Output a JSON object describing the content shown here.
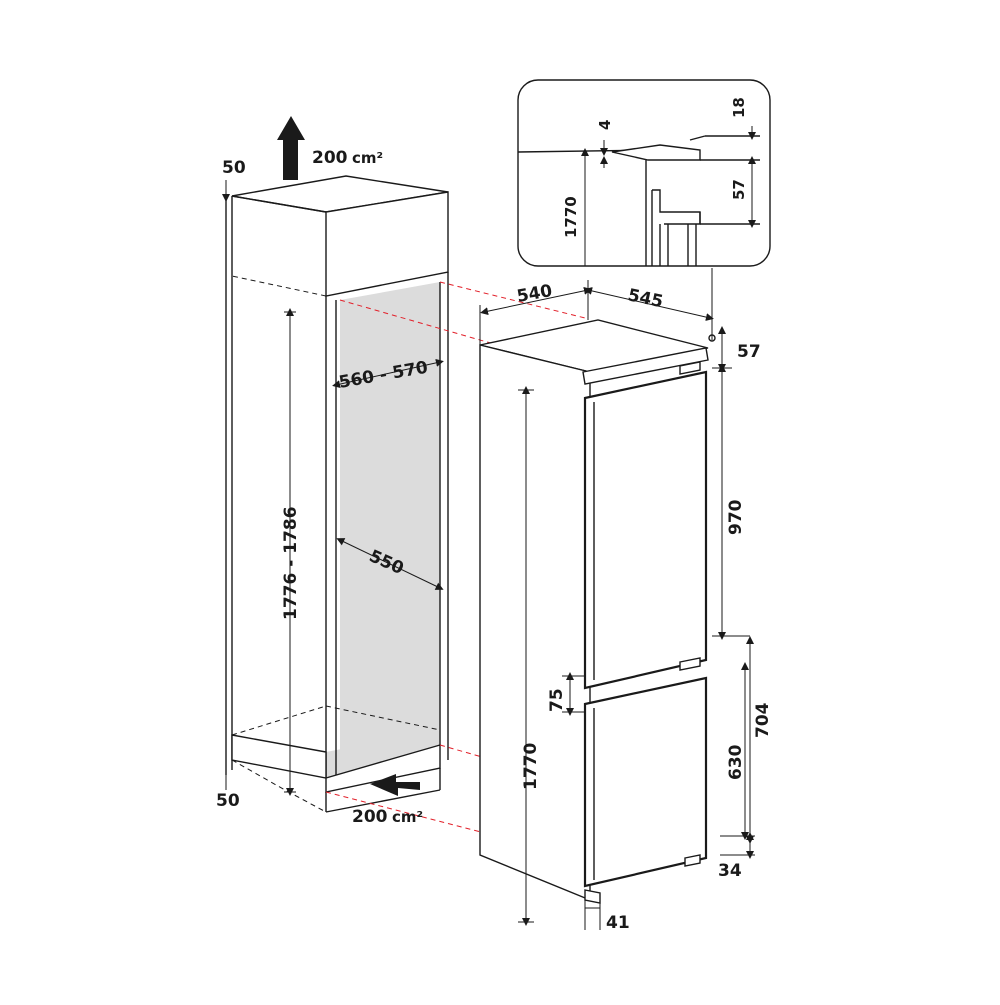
{
  "niche": {
    "top_clearance": "50",
    "bottom_clearance": "50",
    "vent_top": "200",
    "vent_top_unit": "cm²",
    "vent_bottom": "200",
    "vent_bottom_unit": "cm²",
    "width": "560 - 570",
    "depth": "550",
    "height": "1776 - 1786"
  },
  "appliance": {
    "depth": "540",
    "depth_with_door": "545",
    "top_offset": "57",
    "upper_door_height": "970",
    "door_gap": "75",
    "lower_section_height": "704",
    "lower_door_height": "630",
    "bottom_offset": "34",
    "total_height": "1770",
    "foot_offset": "41"
  },
  "detail": {
    "gap_top": "4",
    "top_thickness": "18",
    "hinge_height": "57",
    "height": "1770"
  }
}
